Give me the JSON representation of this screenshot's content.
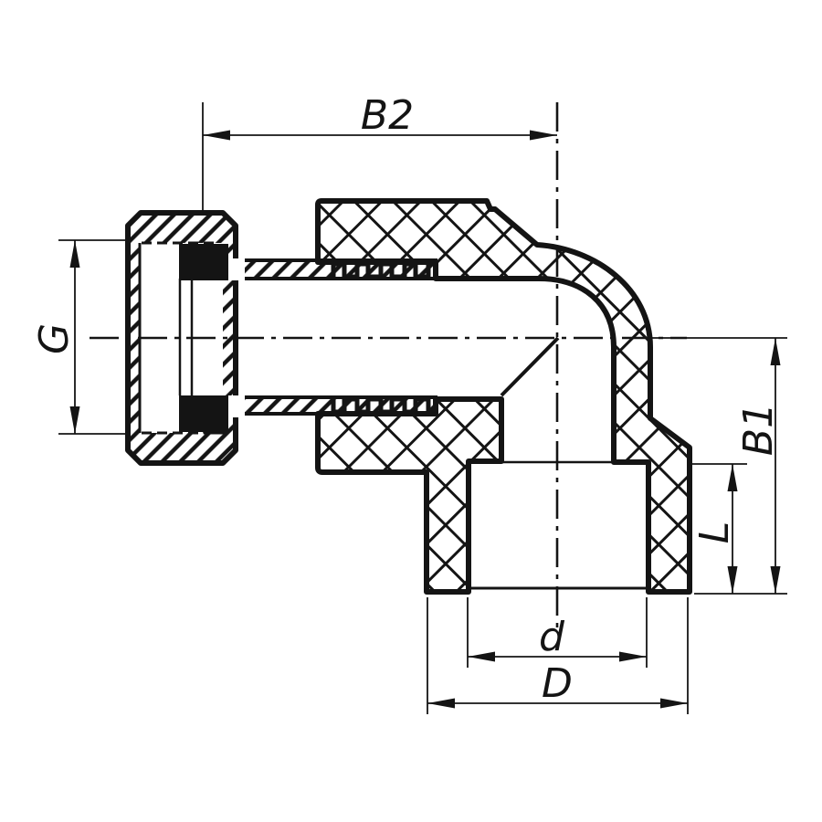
{
  "drawing": {
    "title": "pipe-elbow-union-fitting-section",
    "background_color": "#ffffff",
    "line_color": "#141414",
    "dimensions": {
      "top_width_label": "B2",
      "left_thread_diameter_label": "G",
      "right_overall_height_label": "B1",
      "right_socket_depth_label": "L",
      "bottom_inner_diameter_label": "d",
      "bottom_outer_diameter_label": "D"
    }
  }
}
